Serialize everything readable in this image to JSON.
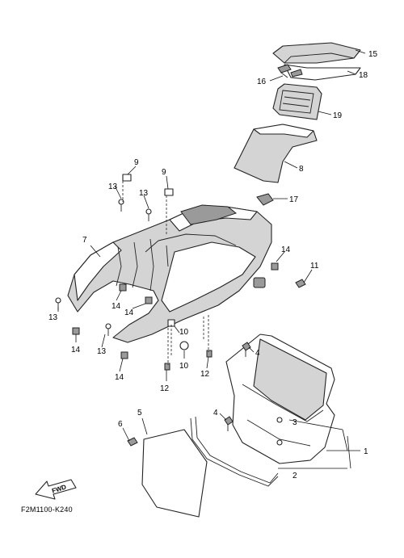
{
  "callouts": {
    "c1": "1",
    "c2": "2",
    "c3": "3",
    "c4a": "4",
    "c4b": "4",
    "c5": "5",
    "c6": "6",
    "c7": "7",
    "c8": "8",
    "c9a": "9",
    "c9b": "9",
    "c10a": "10",
    "c10b": "10",
    "c11": "11",
    "c12a": "12",
    "c12b": "12",
    "c13a": "13",
    "c13b": "13",
    "c13c": "13",
    "c13d": "13",
    "c14a": "14",
    "c14b": "14",
    "c14c": "14",
    "c14d": "14",
    "c14e": "14",
    "c15": "15",
    "c16": "16",
    "c17": "17",
    "c18": "18",
    "c19": "19"
  },
  "direction_label": "FWD",
  "diagram_code": "F2M1100-K240"
}
